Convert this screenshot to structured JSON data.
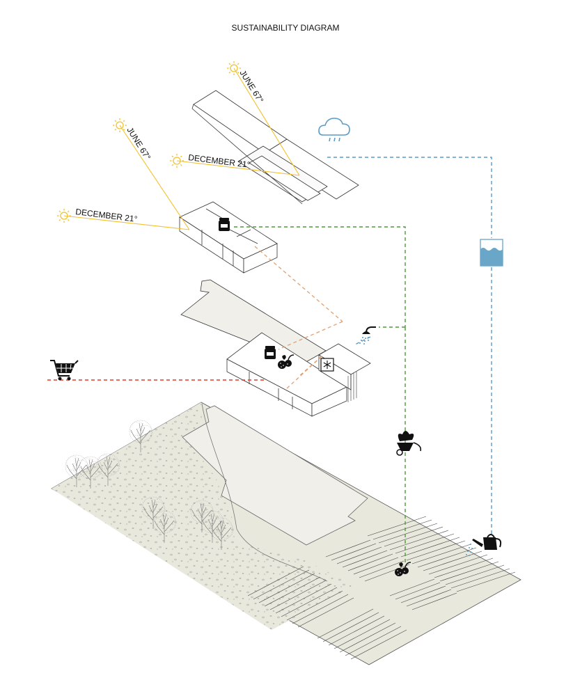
{
  "title": "SUSTAINABILITY DIAGRAM",
  "labels": {
    "sun_roof_june": "JUNE 67°",
    "sun_roof_december": "DECEMBER 21°",
    "sun_upper_june": "JUNE 67°",
    "sun_upper_december": "DECEMBER 21°"
  },
  "colors": {
    "sun": "#f2c12e",
    "rain": "#5b9bc6",
    "water": "#6aa6c8",
    "food": "#4d9a3a",
    "storage": "#e0a070",
    "market": "#e03a2e",
    "ground": "#e9e8dd",
    "fields": "#e7e6da"
  },
  "icons": [
    "sun-icon",
    "rain-cloud-icon",
    "water-tank-icon",
    "jam-jar-icon",
    "shower-icon",
    "fruit-icon",
    "freezer-icon",
    "shopping-cart-icon",
    "wheelbarrow-icon",
    "watering-can-icon"
  ]
}
